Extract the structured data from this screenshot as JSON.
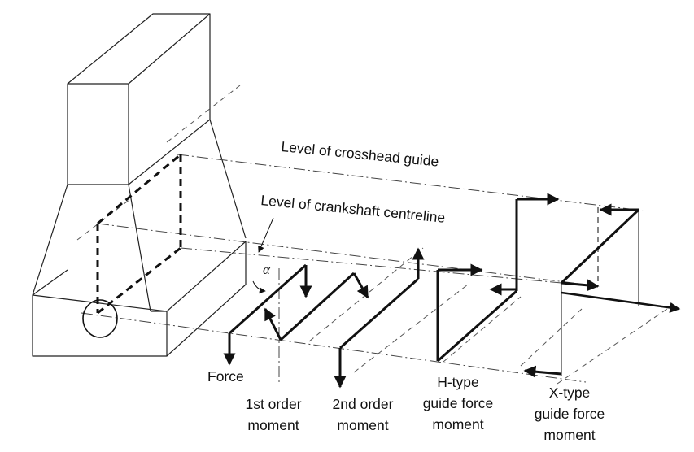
{
  "labels": {
    "crosshead_guide": "Level of crosshead guide",
    "crankshaft_centreline": "Level of crankshaft centreline",
    "alpha": "α",
    "force": "Force",
    "first_order": [
      "1st order",
      "moment"
    ],
    "second_order": [
      "2nd order",
      "moment"
    ],
    "h_type": [
      "H-type",
      "guide force",
      "moment"
    ],
    "x_type": [
      "X-type",
      "guide force",
      "moment"
    ]
  },
  "colors": {
    "ink": "#111111",
    "thin": "#333333",
    "background": "#ffffff"
  }
}
